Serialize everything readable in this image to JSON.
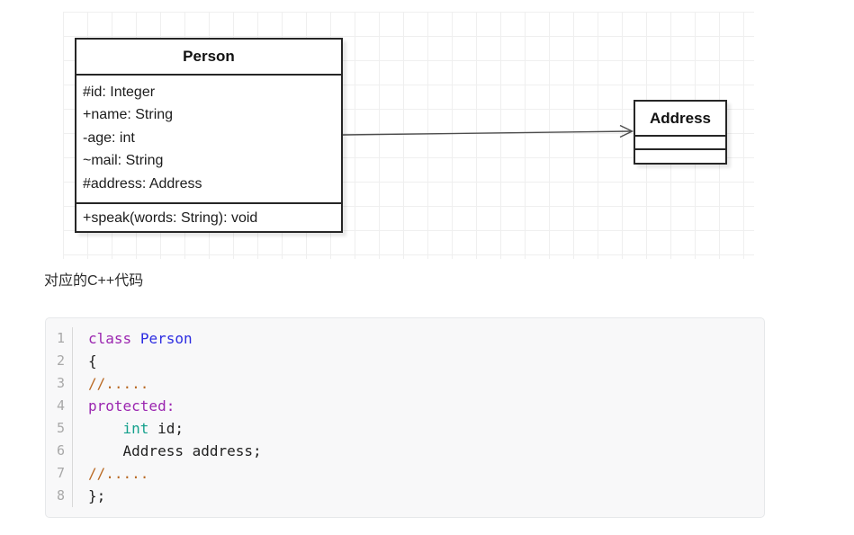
{
  "diagram": {
    "person": {
      "name": "Person",
      "attributes": [
        "#id: Integer",
        "+name: String",
        "-age: int",
        "~mail: String",
        "#address: Address"
      ],
      "methods": [
        "+speak(words: String): void"
      ]
    },
    "address": {
      "name": "Address"
    },
    "connector": {
      "type": "directed-association",
      "from": "Person",
      "to": "Address"
    }
  },
  "section_label": "对应的C++代码",
  "code_block": {
    "language": "cpp",
    "lines": [
      {
        "number": "1",
        "tokens": [
          {
            "text": "class",
            "type": "keyword"
          },
          {
            "text": " ",
            "type": "plain"
          },
          {
            "text": "Person",
            "type": "title"
          }
        ]
      },
      {
        "number": "2",
        "tokens": [
          {
            "text": "{",
            "type": "plain"
          }
        ]
      },
      {
        "number": "3",
        "tokens": [
          {
            "text": "//.....",
            "type": "comment"
          }
        ]
      },
      {
        "number": "4",
        "tokens": [
          {
            "text": "protected:",
            "type": "keyword"
          }
        ]
      },
      {
        "number": "5",
        "tokens": [
          {
            "text": "    ",
            "type": "plain"
          },
          {
            "text": "int",
            "type": "type"
          },
          {
            "text": " id;",
            "type": "plain"
          }
        ]
      },
      {
        "number": "6",
        "tokens": [
          {
            "text": "    Address address;",
            "type": "plain"
          }
        ]
      },
      {
        "number": "7",
        "tokens": [
          {
            "text": "//.....",
            "type": "comment"
          }
        ]
      },
      {
        "number": "8",
        "tokens": [
          {
            "text": "};",
            "type": "plain"
          }
        ]
      }
    ]
  },
  "colors": {
    "code-keyword": "#9b26b0",
    "code-title": "#2d2de1",
    "code-comment": "#b96923",
    "code-type": "#14a08c",
    "code-plain": "#1f1f1f",
    "code-bg": "#f8f8f9",
    "code-border": "#e6e8ea",
    "gutter-text": "#a8a8a8",
    "grid-line": "#efefef",
    "box-border": "#262626",
    "arrow-stroke": "#4d4d4d"
  }
}
